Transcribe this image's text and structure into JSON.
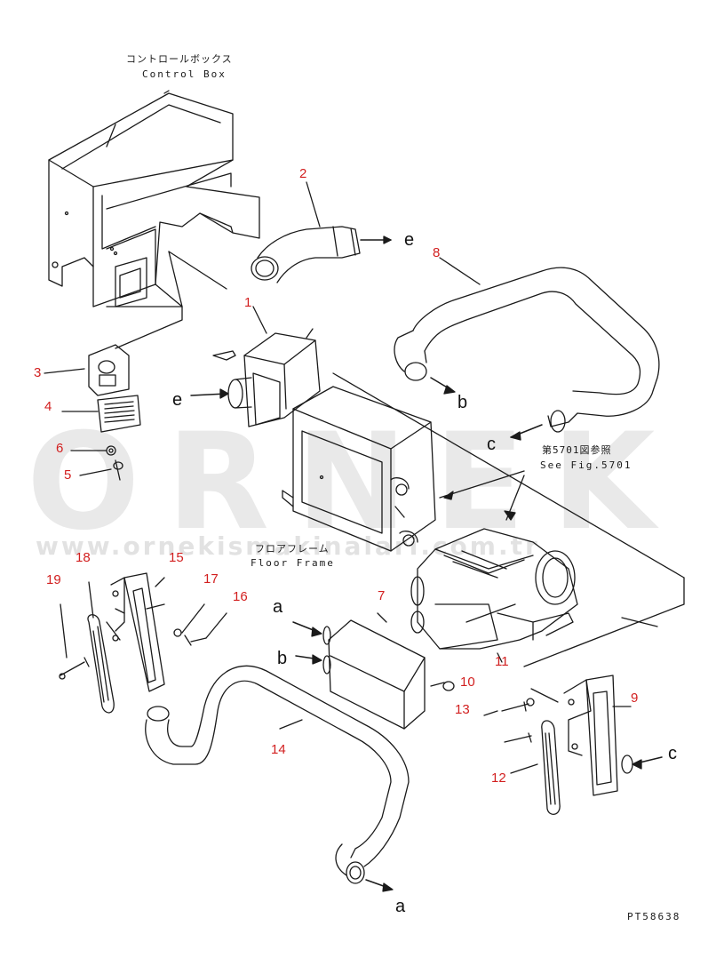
{
  "watermark": {
    "brand": "ORNEK",
    "url": "www.ornekismakinalari.com.tr",
    "color": "#d8d8d8"
  },
  "labels": {
    "control_box_jp": "コントロールボックス",
    "control_box_en": "Control Box",
    "floor_frame_jp": "フロアフレーム",
    "floor_frame_en": "Floor Frame",
    "see_fig_jp": "第5701図参照",
    "see_fig_en": "See Fig.5701",
    "drawing_id": "PT58638"
  },
  "part_numbers": [
    "1",
    "2",
    "3",
    "4",
    "5",
    "6",
    "7",
    "8",
    "9",
    "10",
    "11",
    "12",
    "13",
    "14",
    "15",
    "16",
    "17",
    "18",
    "19"
  ],
  "connection_letters": {
    "a": "a",
    "b": "b",
    "c": "c",
    "e": "e"
  },
  "colors": {
    "part_number": "#d21f1f",
    "line": "#1a1a1a"
  }
}
